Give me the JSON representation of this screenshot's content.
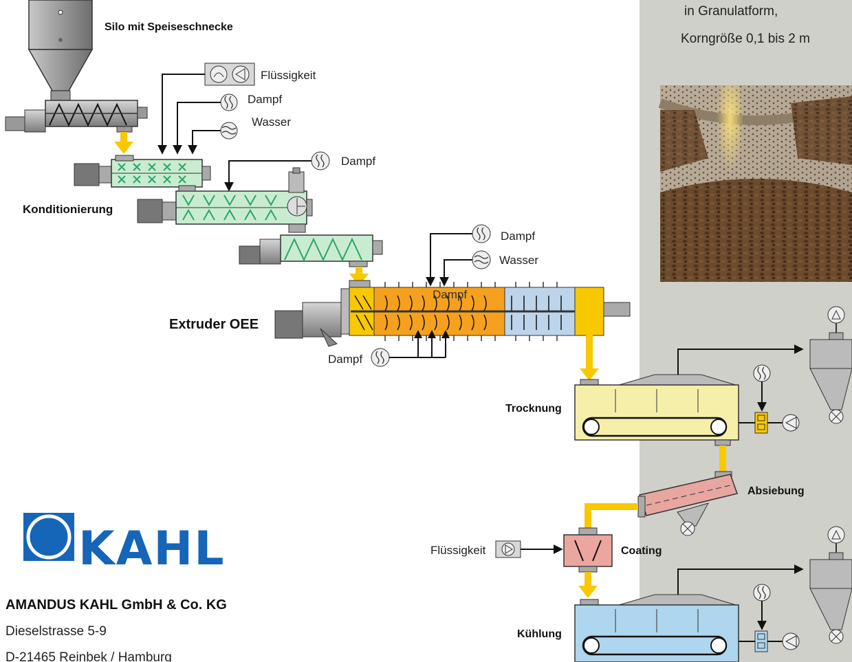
{
  "labels": {
    "silo": "Silo mit Speiseschnecke",
    "konditionierung": "Konditionierung",
    "extruder": "Extruder OEE",
    "trocknung": "Trocknung",
    "absiebung": "Absiebung",
    "coating": "Coating",
    "kuehlung": "Kühlung"
  },
  "media": {
    "fluessigkeit_top": "Flüssigkeit",
    "dampf_1": "Dampf",
    "wasser_1": "Wasser",
    "dampf_2": "Dampf",
    "dampf_3": "Dampf",
    "wasser_2": "Wasser",
    "dampf_4": "Dampf",
    "fluessigkeit_coating": "Flüssigkeit",
    "extruder_overlay": "Dampf"
  },
  "info_panel": {
    "line1": "in Granulatform,",
    "line2": "Korngröße 0,1 bis 2 m"
  },
  "company": {
    "logo_text": "KAHL",
    "name": "AMANDUS KAHL GmbH & Co. KG",
    "street": "Dieselstrasse 5-9",
    "city": "D-21465 Reinbek / Hamburg"
  },
  "colors": {
    "panel_bg": "#cfd0ca",
    "flow_yellow": "#f8c800",
    "conditioner_green": "#c9ecd0",
    "extruder_orange": "#f5a11e",
    "extruder_yellow": "#f8c800",
    "extruder_blue": "#bcd5ea",
    "dryer_yellow": "#f5efaa",
    "sieve_pink": "#e7a6a0",
    "coater_pink": "#eba6a0",
    "cooler_blue": "#aed6ee",
    "kahl_blue": "#1565b8"
  },
  "icons": [
    "steam-icon",
    "water-icon",
    "pump-icon",
    "motor-icon",
    "fan-icon",
    "cyclone-icon",
    "valve-icon",
    "photo-pellets"
  ]
}
